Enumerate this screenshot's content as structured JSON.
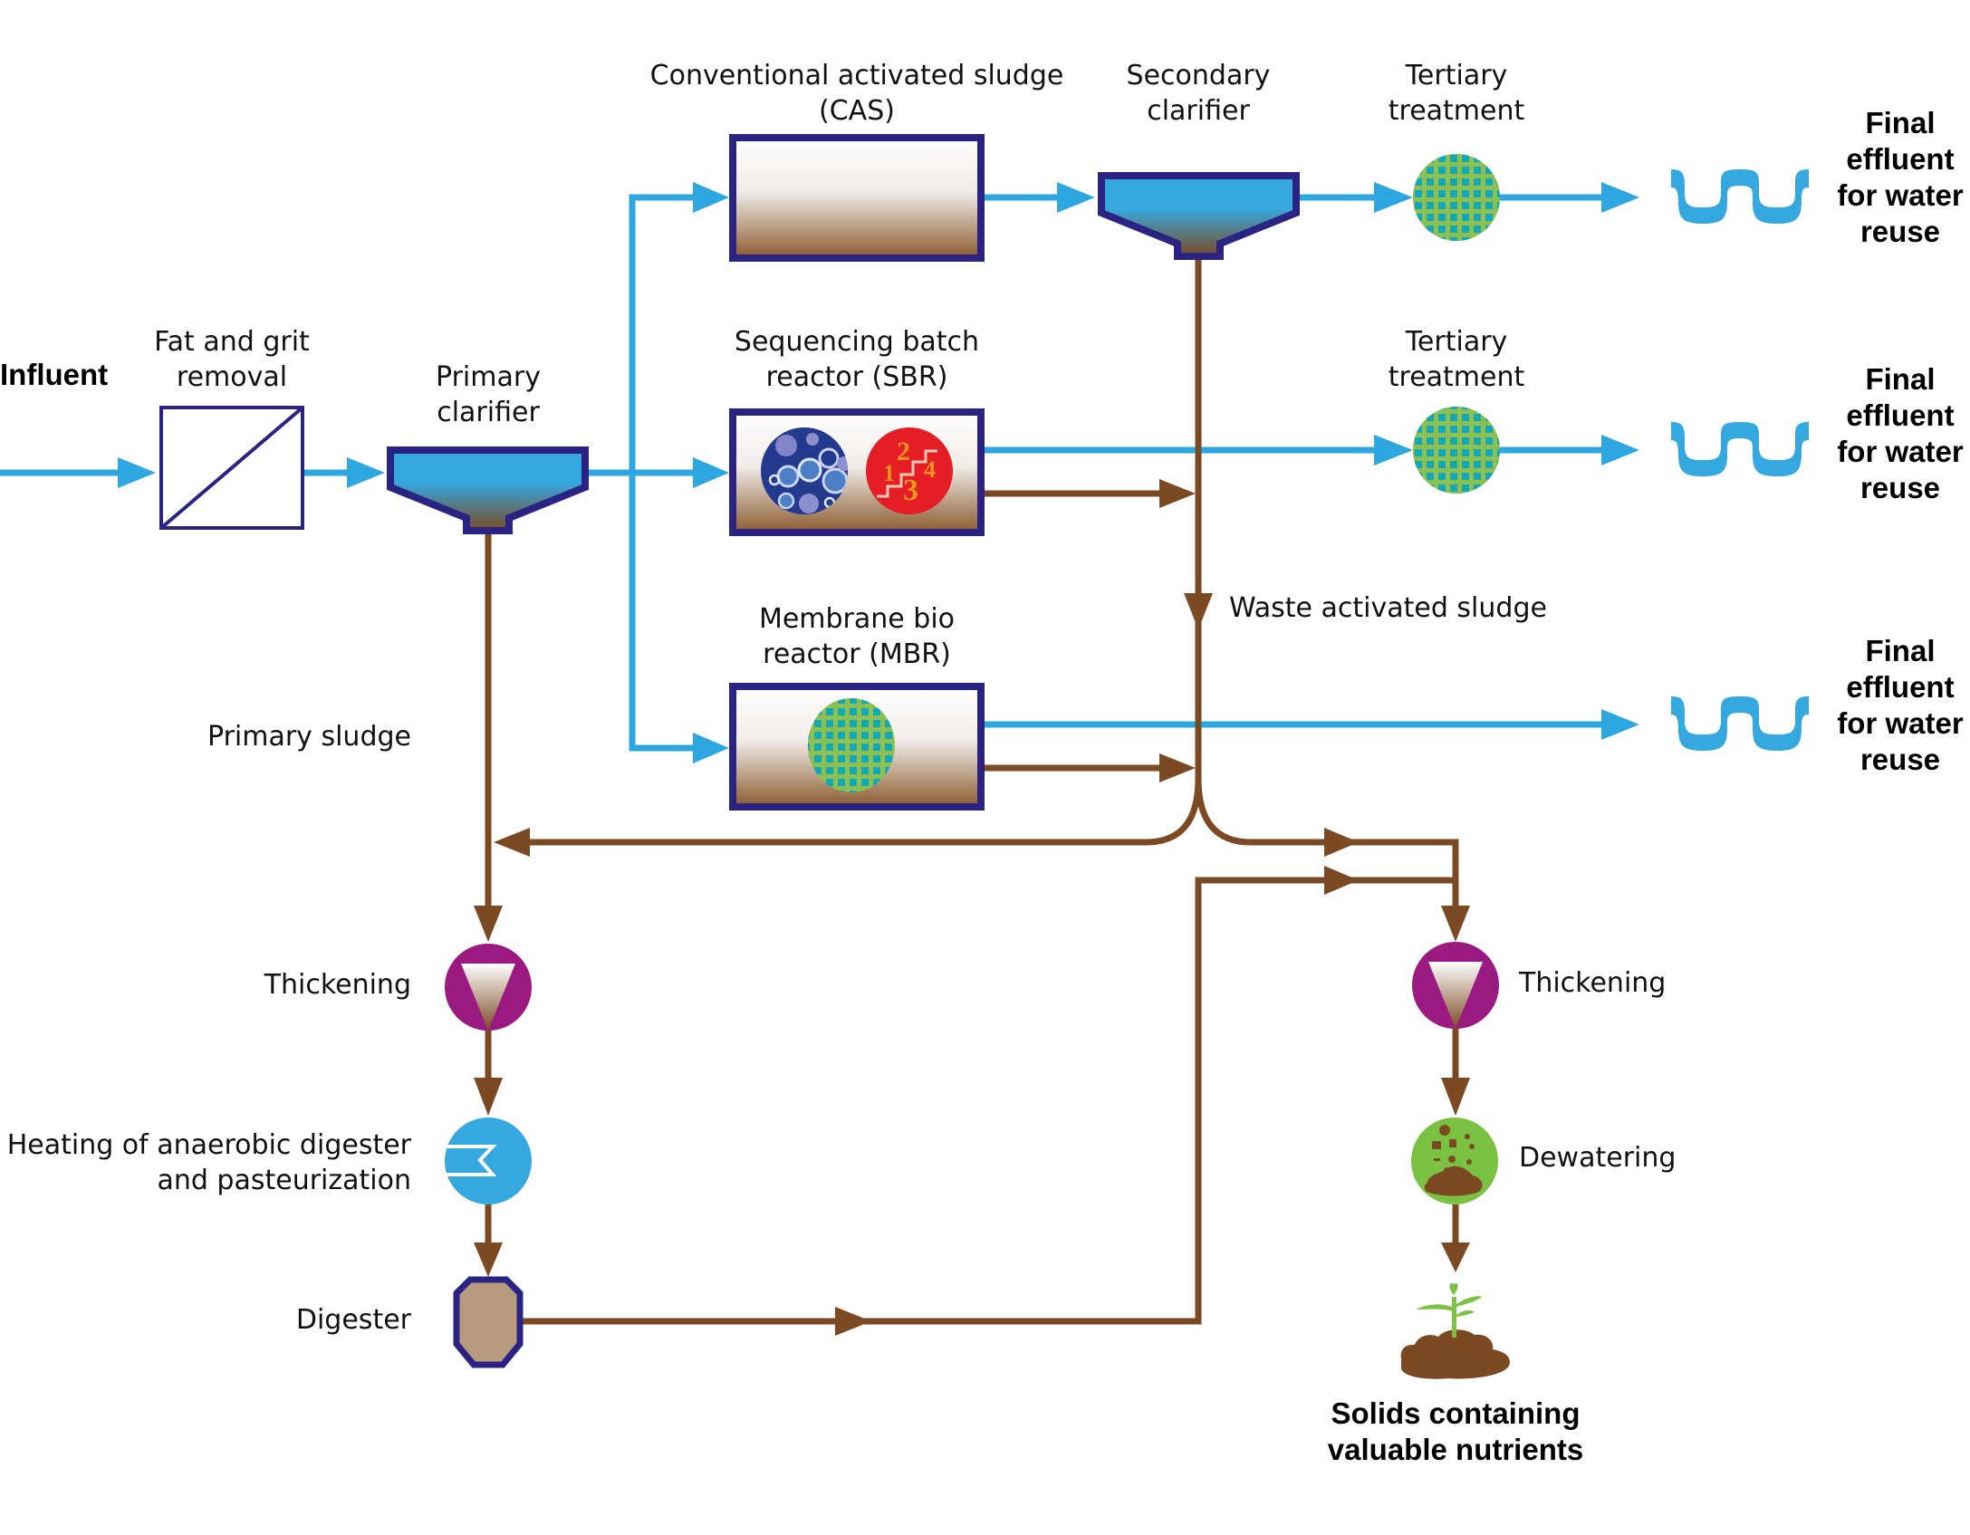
{
  "title": "Wastewater treatment process flow",
  "colors": {
    "water": "#2ea7e0",
    "sludge": "#7b4a22",
    "tank_outline": "#2a2383",
    "thickening": "#9b1a82",
    "tertiary_green": "#8cc152",
    "tertiary_grid": "#13a8b8",
    "dewatering_green": "#7cc242",
    "digester_fill": "#b89a7e",
    "sbr_red": "#e51e25",
    "sbr_digits": "#f39420",
    "mbr_blue": "#233a8e"
  },
  "labels": {
    "influent": "Influent",
    "fat_grit": [
      "Fat and grit",
      "removal"
    ],
    "primary_clarifier": [
      "Primary",
      "clarifier"
    ],
    "cas": [
      "Conventional activated sludge",
      "(CAS)"
    ],
    "secondary_clarifier": [
      "Secondary",
      "clarifier"
    ],
    "tertiary_1": [
      "Tertiary",
      "treatment"
    ],
    "sbr": [
      "Sequencing batch",
      "reactor (SBR)"
    ],
    "tertiary_2": [
      "Tertiary",
      "treatment"
    ],
    "mbr": [
      "Membrane bio",
      "reactor (MBR)"
    ],
    "waste_activated_sludge": "Waste activated sludge",
    "primary_sludge": "Primary sludge",
    "thickening_left": "Thickening",
    "heating": [
      "Heating of anaerobic digester",
      "and pasteurization"
    ],
    "digester": "Digester",
    "thickening_right": "Thickening",
    "dewatering": "Dewatering",
    "solids": [
      "Solids containing",
      "valuable nutrients"
    ],
    "final_effluent_1": [
      "Final",
      "effluent",
      "for water",
      "reuse"
    ],
    "final_effluent_2": [
      "Final",
      "effluent",
      "for water",
      "reuse"
    ],
    "final_effluent_3": [
      "Final",
      "effluent",
      "for water",
      "reuse"
    ]
  },
  "sbr_sequence_digits": [
    "1",
    "2",
    "3",
    "4"
  ],
  "icons": {
    "fat_grit": "screen-square-icon",
    "primary_clarifier": "clarifier-tank-icon",
    "cas": "reactor-tank-icon",
    "secondary_clarifier": "clarifier-tank-icon",
    "tertiary": "filter-grid-circle-icon",
    "sbr_bubbles": "aeration-bubbles-icon",
    "sbr_steps": "sequence-steps-icon",
    "mbr_membrane": "membrane-grid-icon",
    "effluent": "water-wave-icon",
    "thickening": "thickener-funnel-icon",
    "heating": "heat-exchanger-icon",
    "digester": "digester-tank-icon",
    "dewatering": "dewatering-solids-icon",
    "solids": "plant-sprout-icon"
  }
}
